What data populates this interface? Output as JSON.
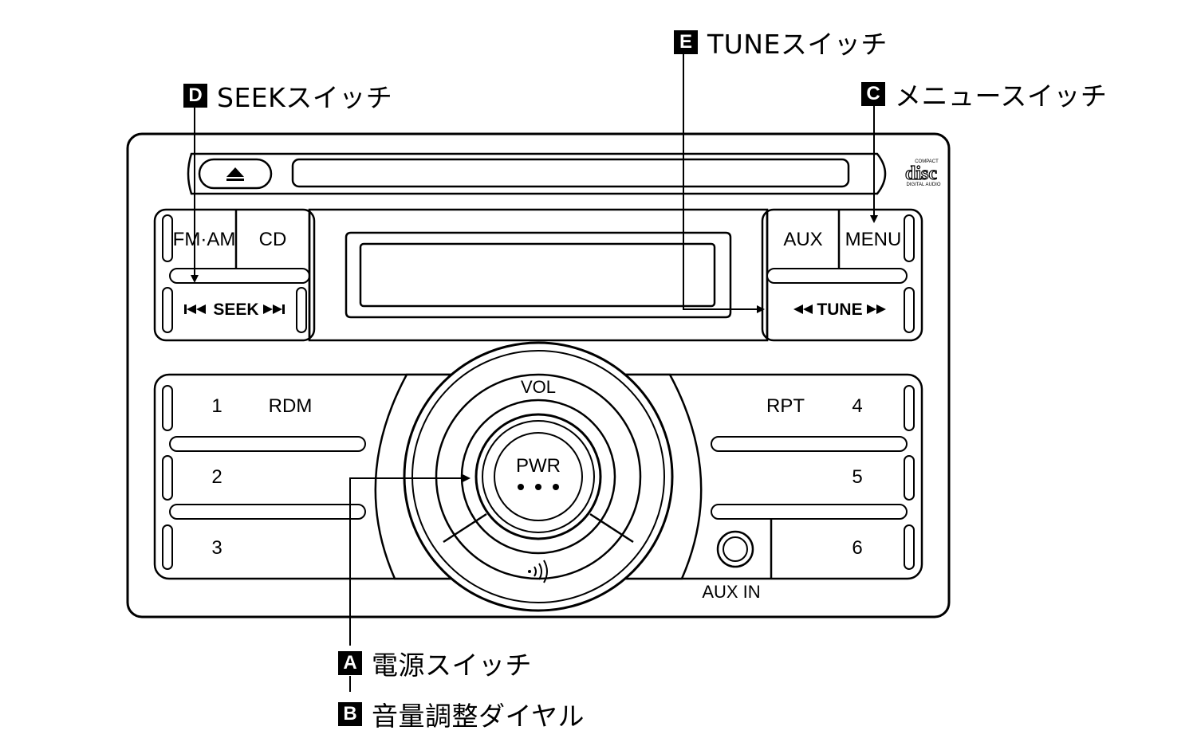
{
  "callouts": {
    "A": {
      "badge": "A",
      "text": "電源スイッチ"
    },
    "B": {
      "badge": "B",
      "text": "音量調整ダイヤル"
    },
    "C": {
      "badge": "C",
      "text": "メニュースイッチ"
    },
    "D": {
      "badge": "D",
      "text": "SEEKスイッチ"
    },
    "E": {
      "badge": "E",
      "text": "TUNEスイッチ"
    }
  },
  "buttons": {
    "fm_am": "FM·AM",
    "cd": "CD",
    "aux": "AUX",
    "menu": "MENU",
    "seek": "SEEK",
    "tune": "TUNE",
    "preset1": "1",
    "preset2": "2",
    "preset3": "3",
    "preset4": "4",
    "preset5": "5",
    "preset6": "6",
    "rdm": "RDM",
    "rpt": "RPT",
    "vol": "VOL",
    "pwr": "PWR",
    "aux_in": "AUX IN"
  },
  "logo": {
    "word": "disc",
    "top": "COMPACT",
    "bottom": "DIGITAL AUDIO"
  },
  "icons": {
    "eject": "eject-icon",
    "seek_back": "skip-back-icon",
    "seek_fwd": "skip-forward-icon",
    "tune_back": "rewind-icon",
    "tune_fwd": "fast-forward-icon",
    "pwr_dots": "dots-icon",
    "sound": "sound-icon"
  }
}
